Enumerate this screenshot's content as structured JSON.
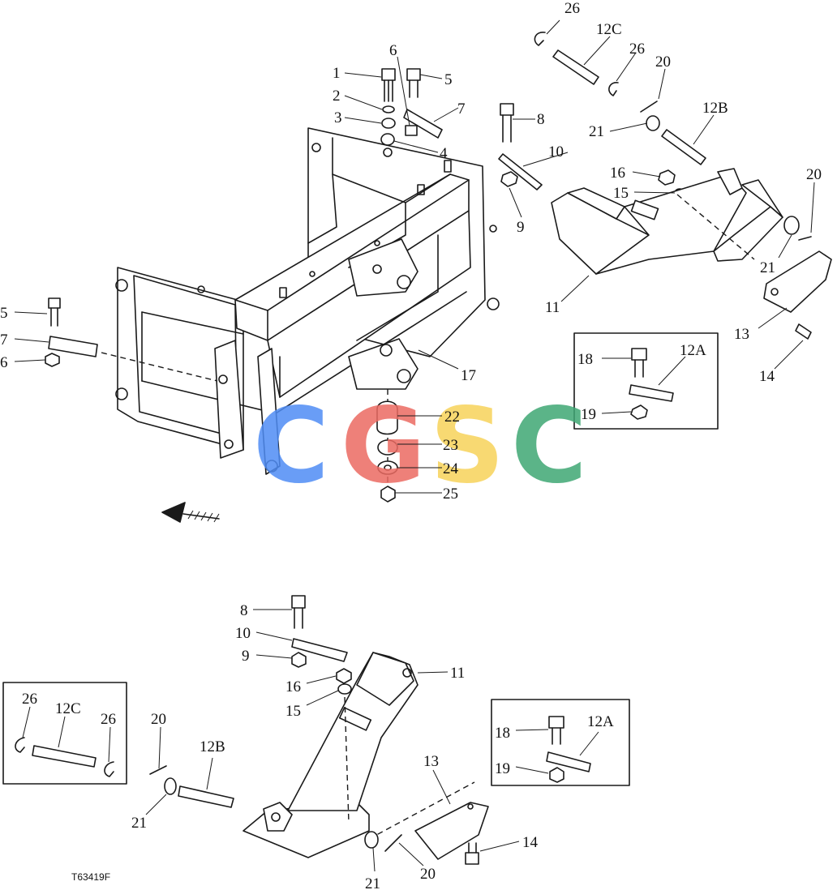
{
  "figure_ref": "T63419F",
  "watermark": {
    "letters": [
      "C",
      "G",
      "S",
      "C"
    ],
    "colors": [
      "#4f8df5",
      "#ec6b62",
      "#f7d35a",
      "#3fa774"
    ]
  },
  "callouts_top": [
    "1",
    "2",
    "3",
    "4",
    "5",
    "6",
    "7",
    "8",
    "9",
    "10",
    "11",
    "12A",
    "12B",
    "12C",
    "13",
    "14",
    "15",
    "16",
    "17",
    "18",
    "19",
    "20",
    "21",
    "22",
    "23",
    "24",
    "25",
    "26"
  ],
  "callouts_left": [
    "5",
    "7",
    "6"
  ],
  "callouts_bottom": [
    "8",
    "9",
    "10",
    "11",
    "12A",
    "12B",
    "12C",
    "13",
    "14",
    "15",
    "16",
    "18",
    "19",
    "20",
    "21",
    "26"
  ],
  "parts": {
    "p1": "1",
    "p2": "2",
    "p3": "3",
    "p4": "4",
    "p5": "5",
    "p5b": "5",
    "p6": "6",
    "p6b": "6",
    "p7": "7",
    "p7b": "7",
    "p8": "8",
    "p9": "9",
    "p10": "10",
    "p11": "11",
    "p12a": "12A",
    "p12b": "12B",
    "p12c": "12C",
    "p13": "13",
    "p14": "14",
    "p15": "15",
    "p16": "16",
    "p17": "17",
    "p18": "18",
    "p19": "19",
    "p20": "20",
    "p20b": "20",
    "p21": "21",
    "p21b": "21",
    "p21c": "21",
    "p22": "22",
    "p23": "23",
    "p24": "24",
    "p25": "25",
    "p26": "26",
    "p26b": "26"
  },
  "bottom": {
    "p8": "8",
    "p9": "9",
    "p10": "10",
    "p11": "11",
    "p12a": "12A",
    "p12b": "12B",
    "p12c": "12C",
    "p13": "13",
    "p14": "14",
    "p15": "15",
    "p16": "16",
    "p18": "18",
    "p19": "19",
    "p20": "20",
    "p20b": "20",
    "p21": "21",
    "p21b": "21",
    "p26": "26",
    "p26b": "26"
  }
}
